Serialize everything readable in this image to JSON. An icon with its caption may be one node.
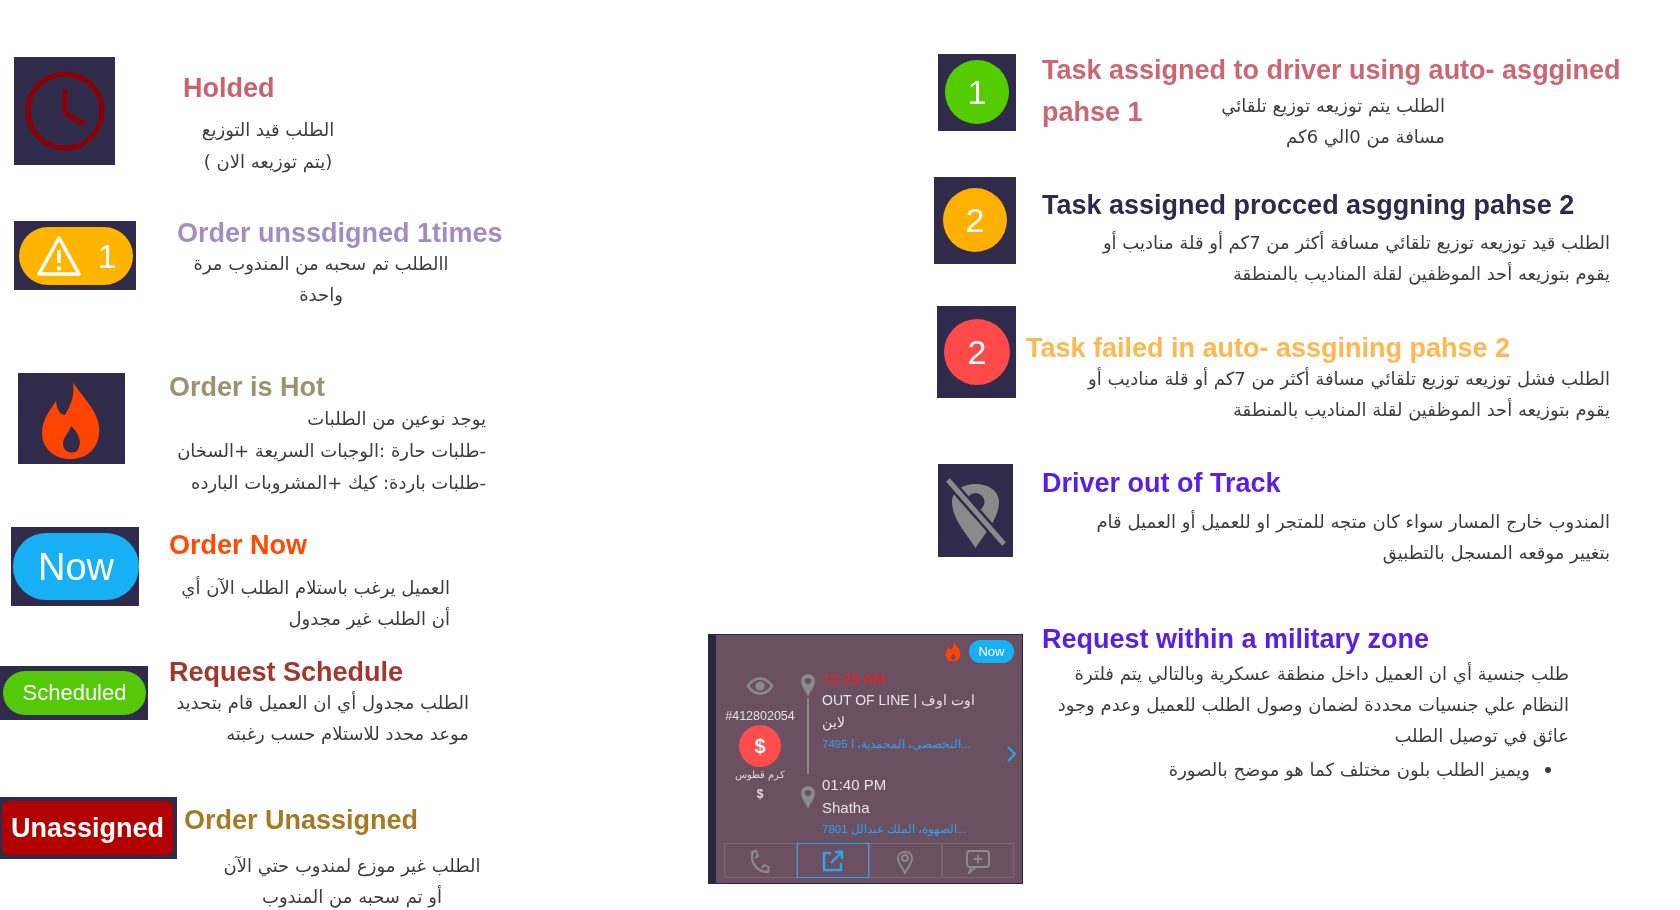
{
  "diagram": {
    "nodes": [
      {
        "text": [],
        "shape": "picture",
        "beside": [
          "Holded",
          "الطلب قيد التوزيع",
          "(يتم توزيعه الان )"
        ]
      },
      {
        "text": [
          "1"
        ],
        "beside": [
          "Order unssdigned 1times",
          "االطلب تم سحبه من المندوب مرة واحدة"
        ]
      },
      {
        "text": [],
        "shape": "picture",
        "beside": [
          "Order is Hot",
          "يوجد نوعين من الطلبات",
          "-طلبات حارة :الوجبات السريعة +السخان",
          "-طلبات باردة: كيك +المشروبات البارده"
        ]
      },
      {
        "text": [
          "Now"
        ],
        "beside": [
          "Order Now",
          "العميل يرغب باستلام الطلب الآن أي أن الطلب غير مجدول"
        ]
      },
      {
        "text": [
          "Scheduled"
        ],
        "beside": [
          "Request Schedule",
          "الطلب مجدول أي ان العميل قام بتحديد موعد محدد للاستلام حسب رغبته"
        ]
      },
      {
        "text": [
          "Unassigned"
        ],
        "beside": [
          "Order Unassigned",
          "الطلب غير موزع لمندوب حتي الآن أو تم سحبه من المندوب"
        ]
      },
      {
        "text": [
          "1"
        ],
        "beside": [
          "Task assigned to driver using auto- asggined pahse 1",
          "الطلب يتم توزيعه توزيع تلقائي مسافة من 0الي 6كم"
        ]
      },
      {
        "text": [
          "2"
        ],
        "beside": [
          "Task assigned procced asggning pahse 2",
          "الطلب قيد توزيعه توزيع تلقائي مسافة أكثر من 7كم أو قلة مناديب أو يقوم بتوزيعه أحد الموظفين لقلة المناديب بالمنطقة"
        ]
      },
      {
        "text": [
          "2"
        ],
        "beside": [
          "Task failed in auto- assgining pahse 2",
          "الطلب فشل توزيعه توزيع تلقائي مسافة أكثر من 7كم أو قلة مناديب أو يقوم بتوزيعه أحد الموظفين لقلة المناديب بالمنطقة"
        ]
      },
      {
        "text": [],
        "shape": "picture",
        "beside": [
          "Driver out of Track",
          "المندوب خارج المسار سواء كان متجه للمتجر او للعميل أو العميل قام بتغيير موقعه المسجل بالتطبيق"
        ]
      },
      {
        "text": [
          "#412802054",
          "كرم قطوس",
          "$",
          "12:29 AM",
          "OUT OF LINE | اوت اوف لاين",
          "7495 التخصصي، المحمدية، ا...",
          "01:40 PM",
          "Shatha",
          "7801 الصهوة، الملك عبدالل..."
        ],
        "beside": [
          "Request within a military zone",
          "طلب جنسية أي ان العميل داخل منطقة عسكرية وبالتالي يتم فلترة النظام علي جنسيات محددة لضمان وصول الطلب للعميل وعدم وجود عائق في توصيل الطلب",
          "ويميز الطلب بلون مختلف كما هو موضح بالصورة"
        ]
      },
      {
        "text": [
          "Now"
        ],
        "in": 10
      },
      {
        "text": [
          "$"
        ],
        "in": 10
      }
    ]
  }
}
